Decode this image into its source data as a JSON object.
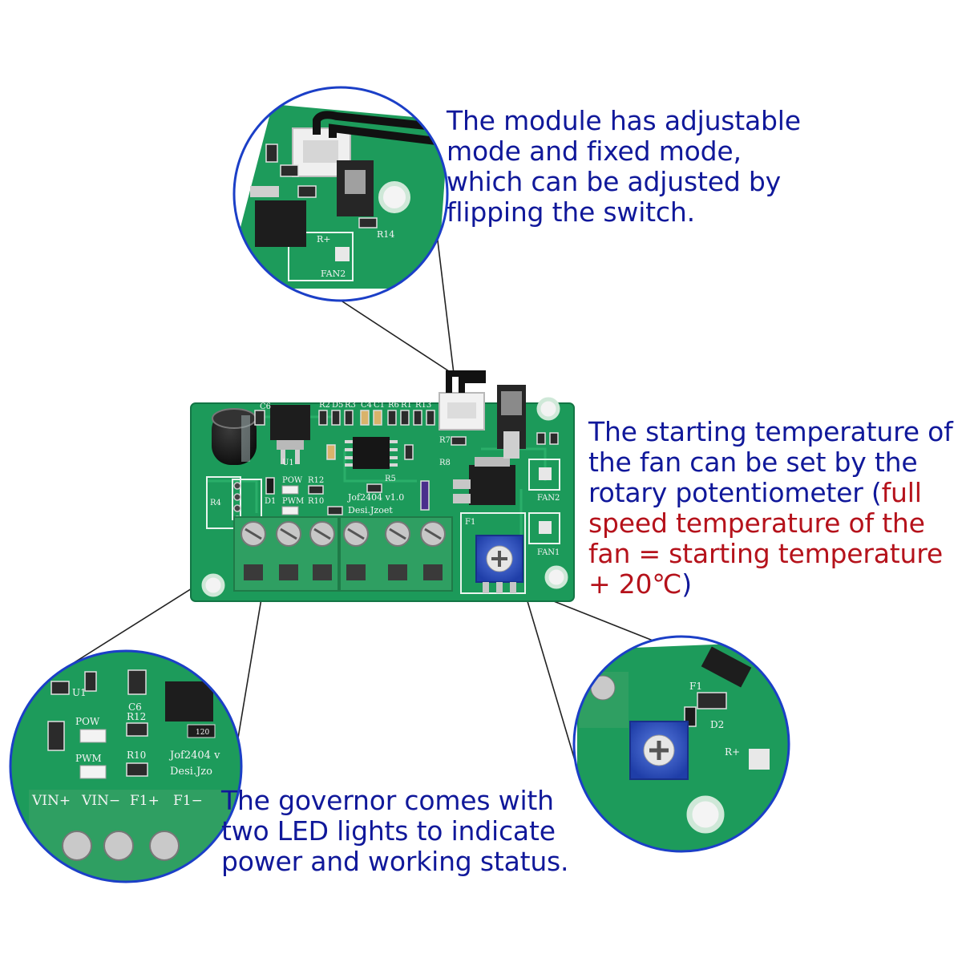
{
  "captions": {
    "mode_switch": "The module has adjustable mode and fixed mode, which can be adjusted by flipping the switch.",
    "temperature_part1": "The starting temperature of the fan can be set by the rotary potentiometer (",
    "temperature_part2": "full speed temperature of the fan = starting temperature + 20℃",
    "temperature_part3": ")",
    "led_lights": "The governor comes with two LED lights to indicate power and working status."
  },
  "board_silkscreen": {
    "silk_top": [
      "R2",
      "D5",
      "R3",
      "C4",
      "C1",
      "R6",
      "R1",
      "R13"
    ],
    "silk_labels": {
      "pow": "POW",
      "pwm": "PWM",
      "r12": "R12",
      "r10": "R10",
      "r5": "R5",
      "u1": "U1",
      "c6": "C6",
      "d1": "D1",
      "r4": "R4",
      "r7": "R7",
      "r8": "R8",
      "fan1": "FAN1",
      "fan2": "FAN2",
      "f1": "F1",
      "version": "Jof2404 v1.0",
      "designer": "Desi.Jzoet"
    },
    "zoom_led_labels": {
      "u1": "U1",
      "c6": "C6",
      "pow": "POW",
      "pwm": "PWM",
      "r12": "R12",
      "r10": "R10",
      "version": "Jof2404 v",
      "designer": "Desi.Jzo",
      "resistor_code": "120",
      "terminals": [
        "VIN+",
        "VIN−",
        "F1+",
        "F1−"
      ]
    },
    "zoom_pot_labels": {
      "f1": "F1",
      "d2": "D2",
      "r": "R+"
    },
    "zoom_switch_labels": {
      "r": "R+",
      "fan2": "FAN2",
      "r14": "R14"
    }
  }
}
